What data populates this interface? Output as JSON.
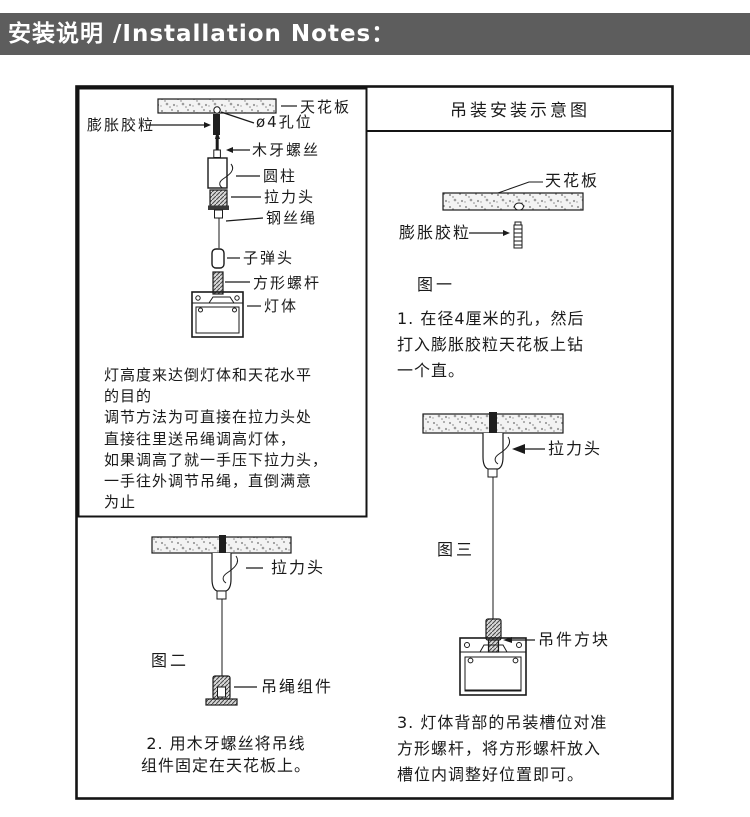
{
  "colors": {
    "banner_bg": "#5d5d5d",
    "banner_text": "#ffffff",
    "line": "#1a1a1a"
  },
  "banner": {
    "title": "安装说明 /Installation Notes："
  },
  "exploded": {
    "labels": {
      "ceiling": "天花板",
      "hole": "ø4孔位",
      "expansion_plug": "膨胀胶粒",
      "wood_screw": "木牙螺丝",
      "cylinder": "圆柱",
      "tension_head": "拉力头",
      "wire_rope": "钢丝绳",
      "bullet_head": "子弹头",
      "square_rod": "方形螺杆",
      "lamp_body": "灯体"
    },
    "paragraph_lines": [
      "灯高度来达倒灯体和天花水平",
      "的目的",
      "调节方法为可直接在拉力头处",
      "直接往里送吊绳调高灯体，",
      "如果调高了就一手压下拉力头，",
      "一手往外调节吊绳，直倒满意",
      "为止"
    ]
  },
  "figure2": {
    "tag": "图二",
    "tension_head": "拉力头",
    "rope_assembly": "吊绳组件",
    "note_lines": [
      "2. 用木牙螺丝将吊线",
      "组件固定在天花板上。"
    ]
  },
  "right_panel": {
    "header": "吊装安装示意图",
    "figure1": {
      "tag": "图一",
      "ceiling": "天花板",
      "expansion_plug": "膨胀胶粒",
      "note_lines": [
        "1. 在径4厘米的孔，然后",
        "打入膨胀胶粒天花板上钻",
        "一个直。"
      ]
    },
    "figure3": {
      "tag": "图三",
      "tension_head": "拉力头",
      "hanger_block": "吊件方块",
      "note_lines": [
        "3. 灯体背部的吊装槽位对准",
        "方形螺杆，将方形螺杆放入",
        "槽位内调整好位置即可。"
      ]
    }
  }
}
